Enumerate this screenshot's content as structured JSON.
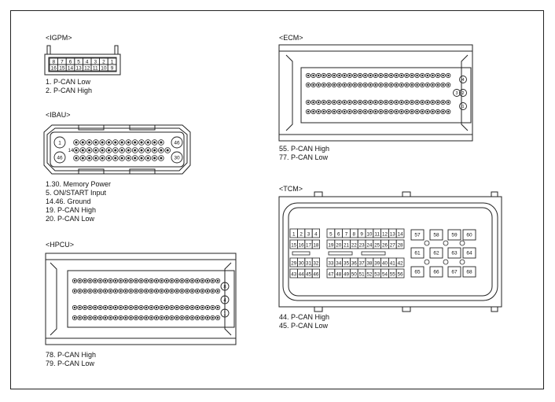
{
  "connectors": {
    "igpm": {
      "title": "<IGPM>",
      "pins_top": [
        "8",
        "7",
        "6",
        "5",
        "4",
        "3",
        "2",
        "1"
      ],
      "pins_bottom": [
        "16",
        "15",
        "14",
        "13",
        "12",
        "11",
        "10",
        "9"
      ],
      "notes": [
        "1. P-CAN Low",
        "2. P-CAN High"
      ]
    },
    "ibau": {
      "title": "<IBAU>",
      "labels": {
        "top_left": "1",
        "mid_left": "14",
        "bot_left": "46",
        "top_right": "46",
        "bot_right": "30"
      },
      "notes": [
        "1.30. Memory Power",
        "5. ON/START Input",
        "14.46. Ground",
        "19. P-CAN High",
        "20. P-CAN Low"
      ]
    },
    "hpcu": {
      "title": "<HPCU>",
      "side_labels": [
        "8",
        "4",
        "1"
      ],
      "notes": [
        "78. P-CAN High",
        "79. P-CAN Low"
      ]
    },
    "ecm": {
      "title": "<ECM>",
      "side_labels": [
        "4",
        "3",
        "2",
        "1"
      ],
      "notes": [
        "55. P-CAN High",
        "77. P-CAN Low"
      ]
    },
    "tcm": {
      "title": "<TCM>",
      "row1": [
        "1",
        "2",
        "3",
        "4",
        "5",
        "6",
        "7",
        "8",
        "9",
        "10",
        "11",
        "12",
        "13",
        "14"
      ],
      "row2": [
        "15",
        "16",
        "17",
        "18",
        "19",
        "20",
        "21",
        "22",
        "23",
        "24",
        "25",
        "26",
        "27",
        "28"
      ],
      "row3": [
        "29",
        "30",
        "31",
        "32",
        "33",
        "34",
        "35",
        "36",
        "37",
        "38",
        "39",
        "40",
        "41",
        "42"
      ],
      "row4": [
        "43",
        "44",
        "45",
        "46",
        "47",
        "48",
        "49",
        "50",
        "51",
        "52",
        "53",
        "54",
        "55",
        "56"
      ],
      "big_pins": [
        "57",
        "58",
        "59",
        "60",
        "61",
        "62",
        "63",
        "64",
        "65",
        "66",
        "67",
        "68"
      ],
      "notes": [
        "44. P-CAN High",
        "45. P-CAN Low"
      ]
    }
  }
}
